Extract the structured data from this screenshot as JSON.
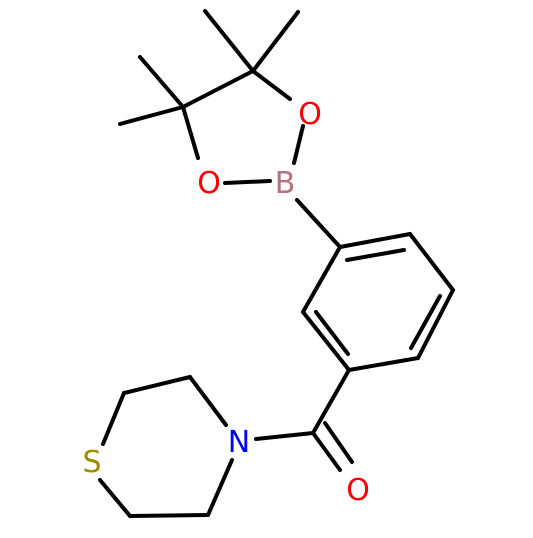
{
  "molecule": {
    "colors": {
      "bond": "#000000",
      "oxygen": "#ff0000",
      "boron": "#b5727f",
      "nitrogen": "#0000ff",
      "sulfur": "#a08c00",
      "background": "#ffffff"
    },
    "atoms": {
      "o_ring_right": "O",
      "o_ring_left": "O",
      "boron": "B",
      "nitrogen": "N",
      "sulfur": "S",
      "o_carbonyl": "O"
    }
  }
}
